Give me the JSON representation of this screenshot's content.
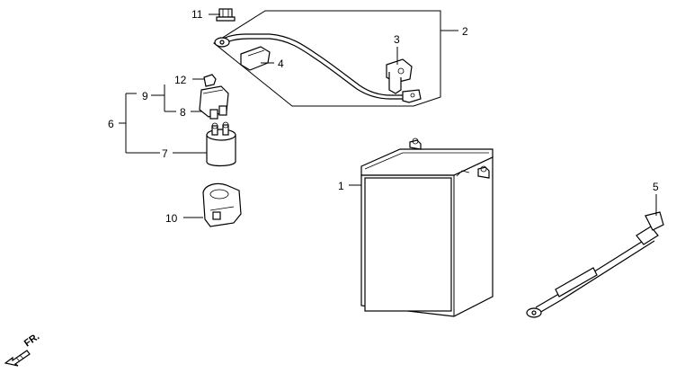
{
  "callouts": {
    "p1": "1",
    "p2": "2",
    "p3": "3",
    "p4": "4",
    "p5": "5",
    "p6": "6",
    "p7": "7",
    "p8": "8",
    "p9": "9",
    "p10": "10",
    "p11": "11",
    "p12": "12"
  },
  "direction_label": "FR."
}
